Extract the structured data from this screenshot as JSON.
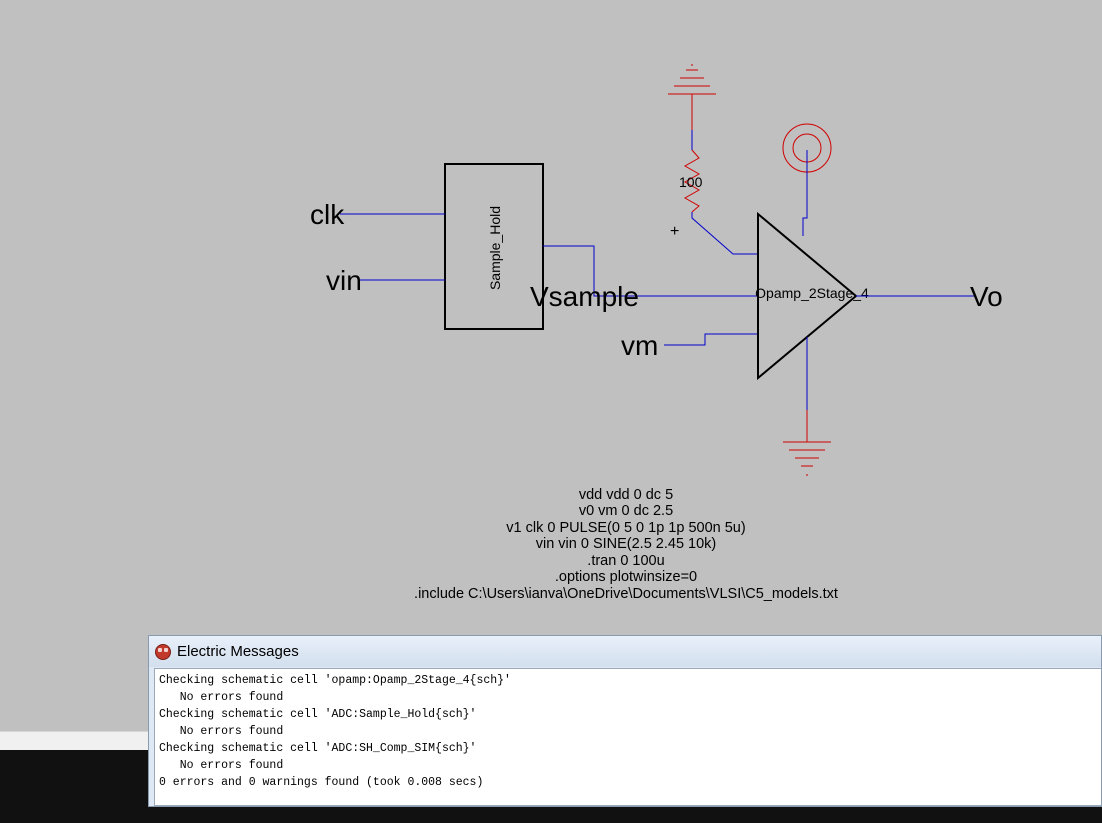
{
  "schematic": {
    "nets": {
      "clk": "clk",
      "vin": "vin",
      "vsample": "Vsample",
      "vm": "vm",
      "vo": "Vo"
    },
    "sample_hold_label": "Sample_Hold",
    "opamp_label": "Opamp_2Stage_4",
    "resistor_value": "100",
    "plus_marker": "+",
    "spice_lines": [
      "vdd vdd 0 dc 5",
      "v0 vm 0 dc 2.5",
      "v1 clk 0 PULSE(0 5 0 1p 1p 500n 5u)",
      "vin vin 0 SINE(2.5 2.45 10k)",
      ".tran 0 100u",
      ".options plotwinsize=0",
      ".include C:\\Users\\ianva\\OneDrive\\Documents\\VLSI\\C5_models.txt"
    ],
    "colors": {
      "wire": "#0000cc",
      "power": "#d00000",
      "outline": "#000000"
    }
  },
  "messages_window": {
    "title": "Electric Messages",
    "lines": [
      "Checking schematic cell 'opamp:Opamp_2Stage_4{sch}'",
      "   No errors found",
      "Checking schematic cell 'ADC:Sample_Hold{sch}'",
      "   No errors found",
      "Checking schematic cell 'ADC:SH_Comp_SIM{sch}'",
      "   No errors found",
      "0 errors and 0 warnings found (took 0.008 secs)"
    ]
  }
}
